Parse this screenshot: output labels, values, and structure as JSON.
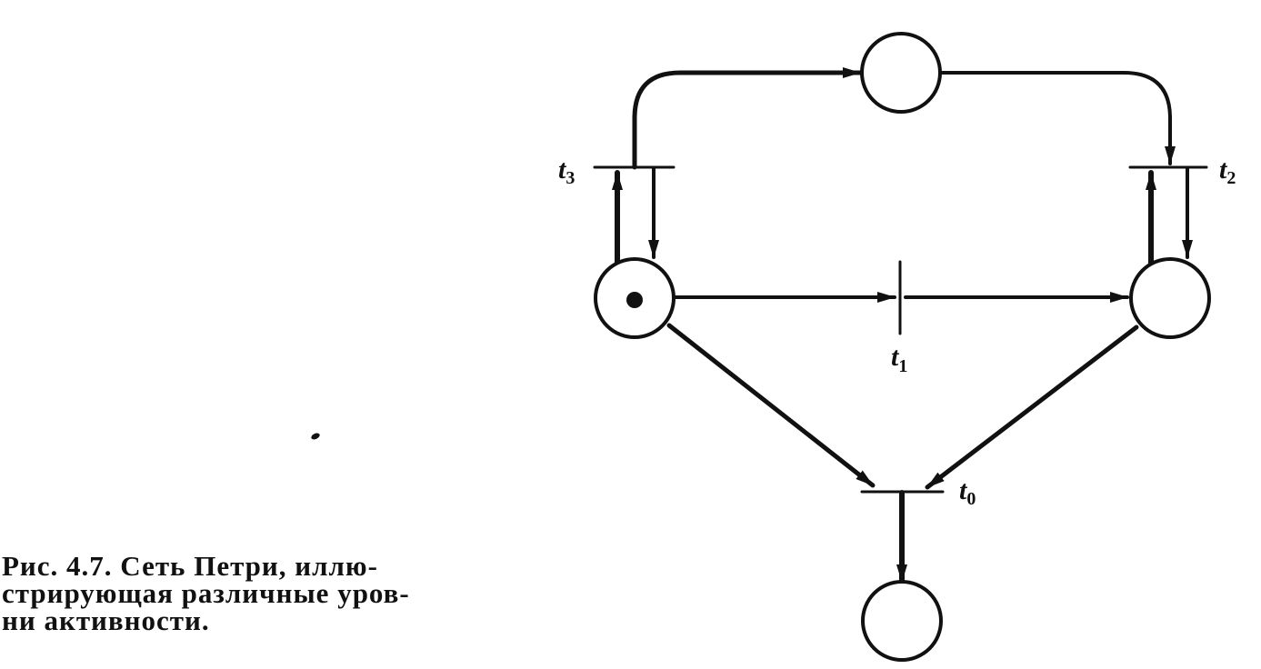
{
  "diagram": {
    "transitions": [
      {
        "id": "t0",
        "letter": "t",
        "subscript": "0"
      },
      {
        "id": "t1",
        "letter": "t",
        "subscript": "1"
      },
      {
        "id": "t2",
        "letter": "t",
        "subscript": "2"
      },
      {
        "id": "t3",
        "letter": "t",
        "subscript": "3"
      }
    ],
    "places": [
      {
        "id": "p-top",
        "tokens": 0
      },
      {
        "id": "p-left",
        "tokens": 1
      },
      {
        "id": "p-right",
        "tokens": 0
      },
      {
        "id": "p-bottom",
        "tokens": 0
      }
    ]
  },
  "caption": {
    "line1": "Рис. 4.7. Сеть Петри, иллю-",
    "line2": "стрирующая различные уров-",
    "line3": "ни активности."
  }
}
